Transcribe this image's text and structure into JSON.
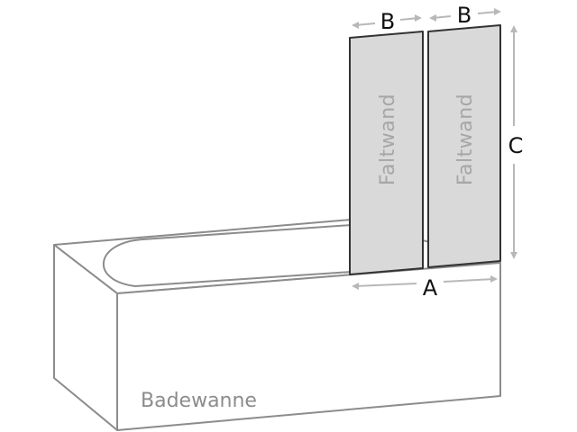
{
  "labels": {
    "width_total": "A",
    "width_panel": "B",
    "height": "C",
    "panel_text": "Faltwand",
    "tub_text": "Badewanne"
  },
  "colors": {
    "panel_fill": "#d9d9d9",
    "panel_stroke": "#333333",
    "tub_stroke": "#8c8c8c",
    "dimension_line": "#b8b8b8"
  }
}
